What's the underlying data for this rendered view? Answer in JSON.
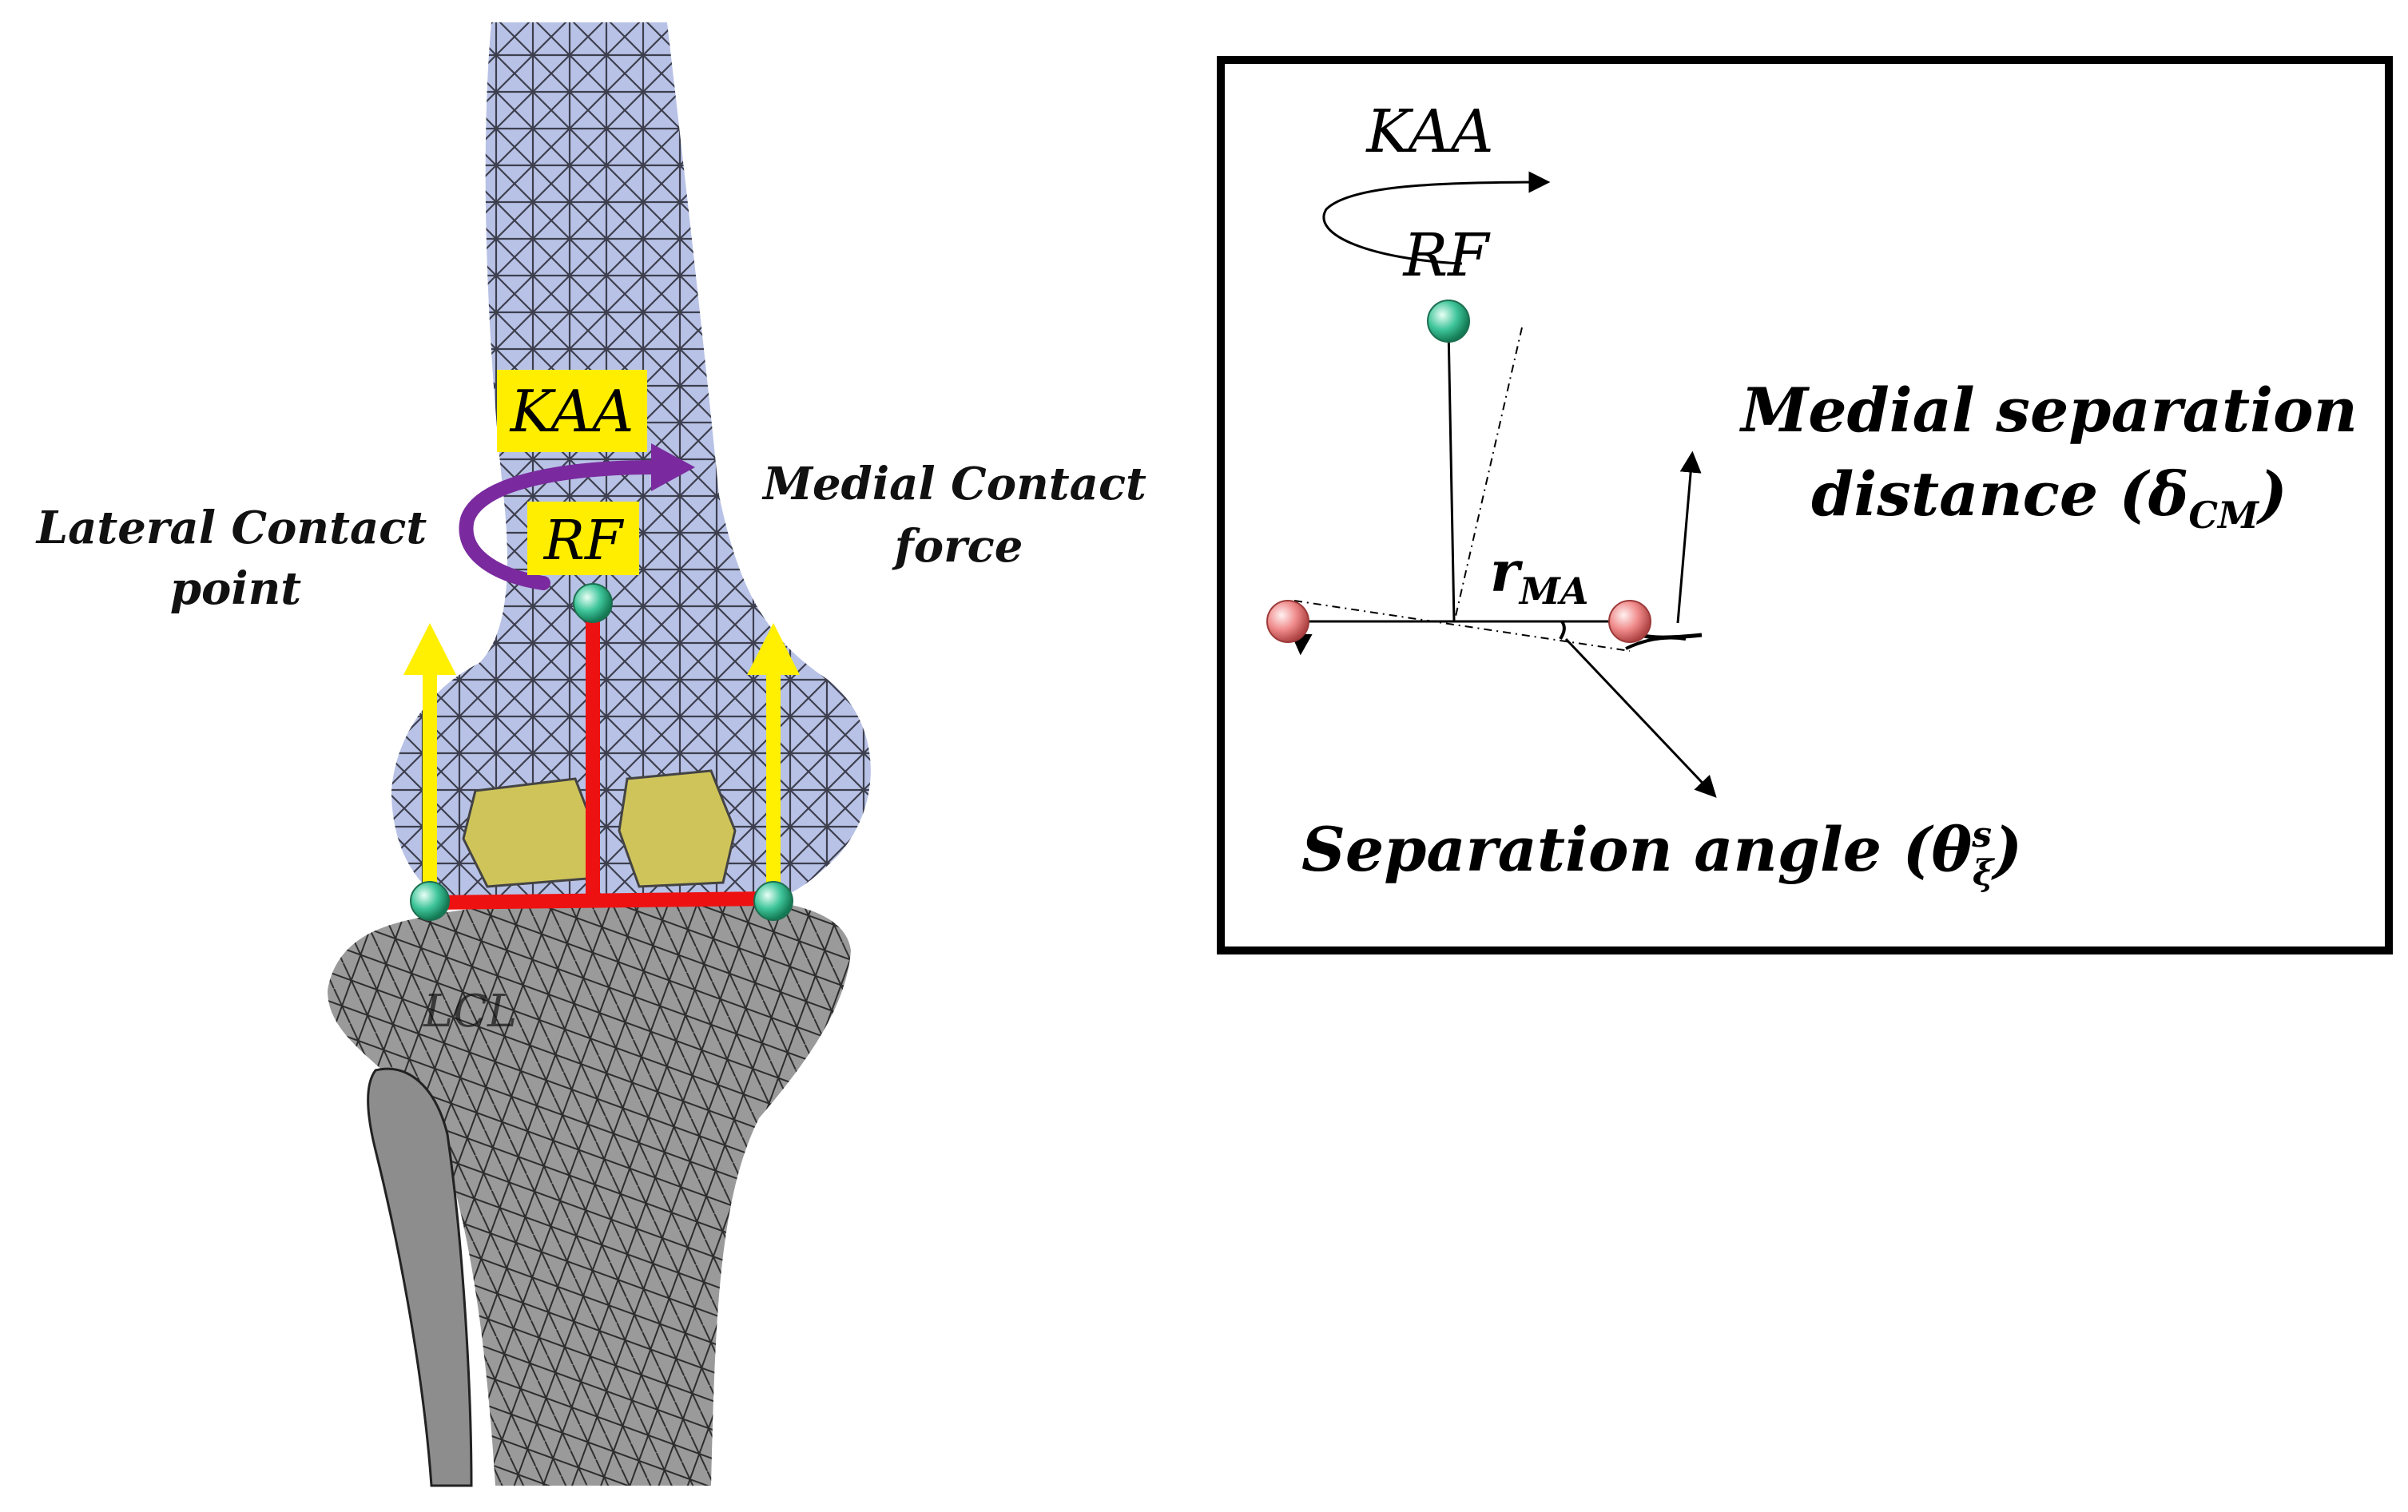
{
  "knee": {
    "kaa_label": "KAA",
    "rf_label": "RF",
    "lateral_label_line1": "Lateral Contact",
    "lateral_label_line2": "point",
    "medial_label_line1": "Medial Contact",
    "medial_label_line2": "force",
    "lcl_label": "LCL"
  },
  "inset": {
    "kaa_label": "KAA",
    "rf_label": "RF",
    "medial_sep_line1": "Medial separation",
    "medial_sep_line2_text": "distance (",
    "medial_sep_symbol": "δ",
    "medial_sep_sub": "CM",
    "medial_sep_close": ")",
    "r_symbol": "r",
    "r_sub": "MA",
    "sep_angle_text": "Separation angle (",
    "sep_angle_symbol": "θ",
    "sep_angle_sup": "s",
    "sep_angle_sub": "ξ",
    "sep_angle_close": ")"
  },
  "colors": {
    "femur": "#b8c2e6",
    "tibia": "#9a9a9a",
    "cartilage": "#cfc45a",
    "force_arrow": "#ffef00",
    "moment_arm": "#ee1111",
    "kaa_arrow": "#7a2a9e",
    "label_bg": "#ffee00",
    "marker_green": "#3fc59a",
    "marker_red": "#f08a8a"
  }
}
